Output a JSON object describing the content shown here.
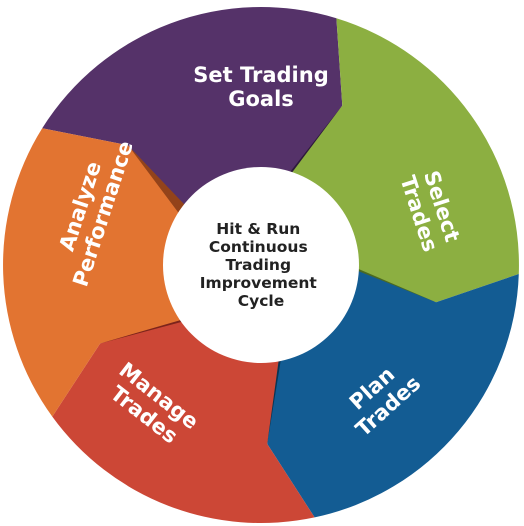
{
  "center": {
    "lines": [
      "Hit & Run",
      "Continuous",
      "Trading",
      "Improvement",
      "Cycle"
    ]
  },
  "segments": [
    {
      "id": "set-trading-goals",
      "lines": [
        "Set Trading",
        "Goals"
      ],
      "color": "#553269",
      "shadow": "#2e1a3b"
    },
    {
      "id": "select-trades",
      "lines": [
        "Select",
        "Trades"
      ],
      "color": "#8caf41",
      "shadow": "#4b6a22"
    },
    {
      "id": "plan-trades",
      "lines": [
        "Plan",
        "Trades"
      ],
      "color": "#135c93",
      "shadow": "#0b3553"
    },
    {
      "id": "manage-trades",
      "lines": [
        "Manage",
        "Trades"
      ],
      "color": "#cc4736",
      "shadow": "#7c241b"
    },
    {
      "id": "analyze-performance",
      "lines": [
        "Analyze",
        "Performance"
      ],
      "color": "#e27431",
      "shadow": "#93431a"
    }
  ]
}
